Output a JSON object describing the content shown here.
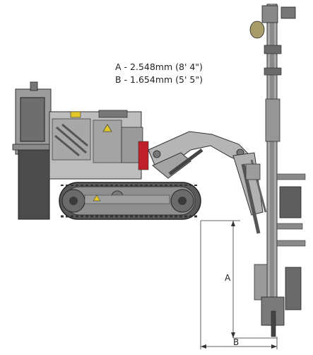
{
  "legend": {
    "a": "A - 2.548mm (8' 4\")",
    "b": "B - 1.654mm (5' 5\")"
  },
  "dimensions": {
    "a_label": "A",
    "b_label": "B"
  },
  "colors": {
    "machine_body": "#b9b9b9",
    "machine_dark": "#4a4a4a",
    "track": "#5a5a5a",
    "accent_red": "#c0202a",
    "accent_yellow": "#e2c62a",
    "dimension_line": "#333333"
  }
}
